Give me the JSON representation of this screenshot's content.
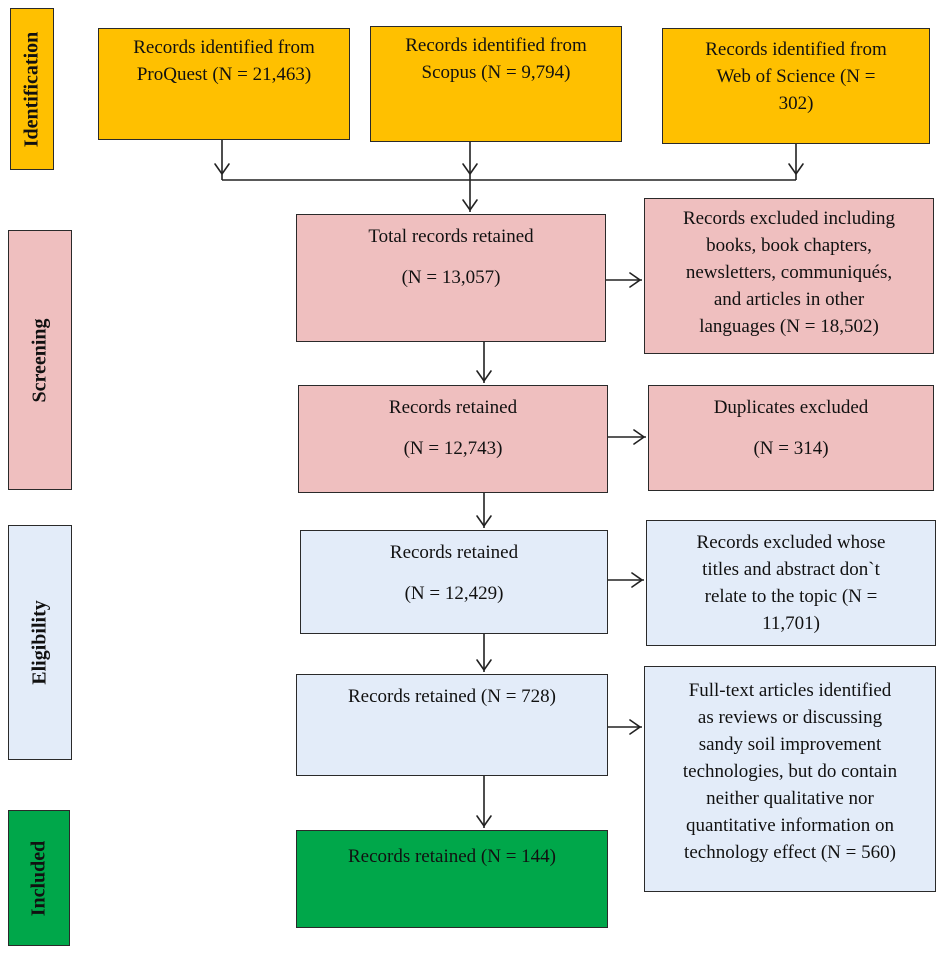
{
  "stages": {
    "identification": "Identification",
    "screening": "Screening",
    "eligibility": "Eligibility",
    "included": "Included"
  },
  "identification": {
    "proquest": {
      "line1": "Records identified from",
      "line2": "ProQuest (N = 21,463)"
    },
    "scopus": {
      "line1": "Records identified from",
      "line2": "Scopus (N = 9,794)"
    },
    "wos": {
      "line1": "Records identified from",
      "line2": "Web of Science (N =",
      "line3": "302)"
    }
  },
  "screening": {
    "total": {
      "title": "Total records retained",
      "count": "(N = 13,057)"
    },
    "excluded_types": {
      "lines": [
        "Records excluded including",
        "books, book chapters,",
        "newsletters, communiqués,",
        "and articles in other",
        "languages (N = 18,502)"
      ]
    },
    "retained": {
      "title": "Records retained",
      "count": "(N = 12,743)"
    },
    "duplicates": {
      "title": "Duplicates excluded",
      "count": "(N = 314)"
    }
  },
  "eligibility": {
    "retained": {
      "title": "Records retained",
      "count": "(N = 12,429)"
    },
    "excluded_topic": {
      "lines": [
        "Records excluded whose",
        "titles and abstract don`t",
        "relate to the topic (N =",
        "11,701)"
      ]
    },
    "retained_fulltext": {
      "title": "Records retained (N = 728)"
    },
    "excluded_fulltext": {
      "lines": [
        "Full-text articles identified",
        "as reviews or discussing",
        "sandy soil improvement",
        "technologies, but do contain",
        "neither qualitative nor",
        "quantitative information on",
        "technology effect (N = 560)"
      ]
    }
  },
  "included": {
    "retained": {
      "title": "Records retained (N = 144)"
    }
  },
  "colors": {
    "identification": "#ffc000",
    "screening": "#efbfbf",
    "eligibility": "#e3ecf9",
    "included": "#00a74a"
  }
}
